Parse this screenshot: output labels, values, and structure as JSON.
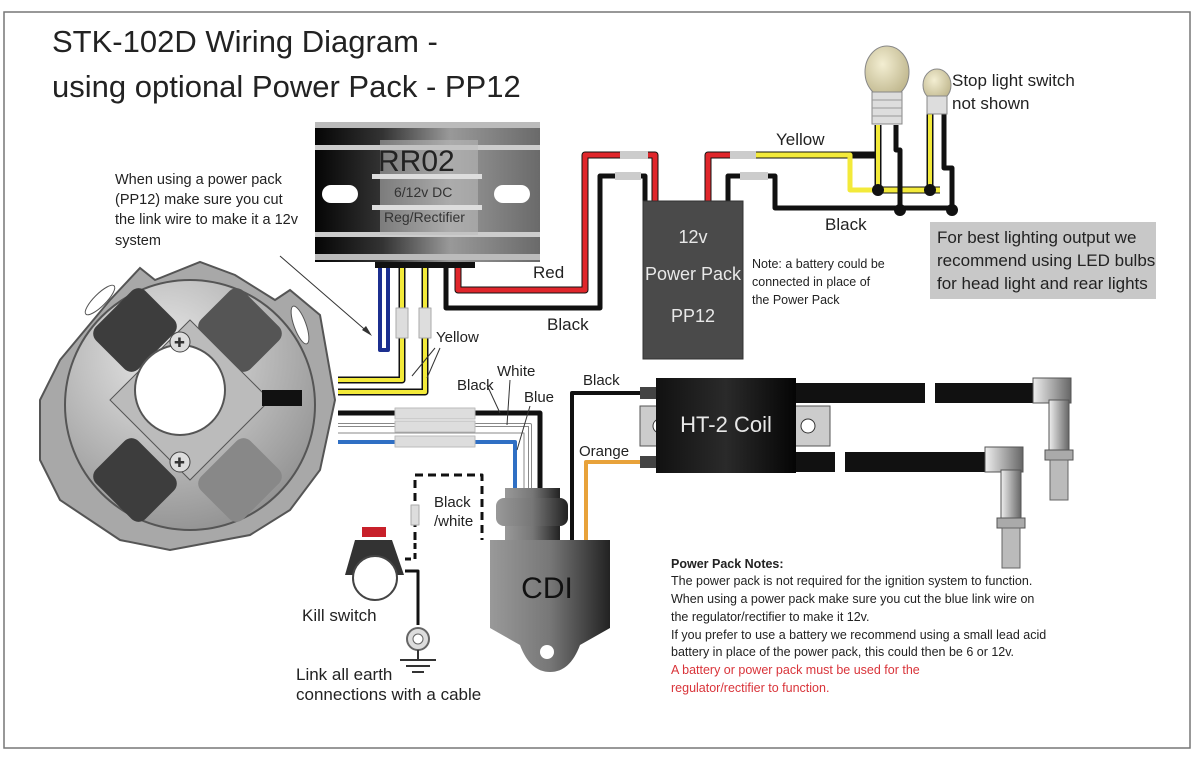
{
  "title": {
    "line1": "STK-102D Wiring Diagram -",
    "line2": "using optional Power Pack - PP12"
  },
  "link_wire_note": [
    "When using a power pack",
    "(PP12) make sure you cut",
    "the link wire to make it a 12v",
    "system"
  ],
  "regulator": {
    "name": "RR02",
    "spec": "6/12v DC",
    "type": "Reg/Rectifier"
  },
  "power_pack": {
    "line1": "12v",
    "line2": "Power Pack",
    "line3": "PP12",
    "note": [
      "Note: a battery could be",
      "connected in place of",
      "the Power Pack"
    ]
  },
  "bulbs_note": [
    "Stop light switch",
    "not shown"
  ],
  "led_note": [
    "For best lighting output we",
    "recommend using LED bulbs",
    "for head light and rear lights"
  ],
  "coil": {
    "name": "HT-2 Coil"
  },
  "cdi": {
    "name": "CDI"
  },
  "kill_switch": {
    "label": "Kill switch"
  },
  "earth_note": [
    "Link all earth",
    "connections with a cable"
  ],
  "wire_labels": {
    "red": "Red",
    "black_rr": "Black",
    "yellow_top": "Yellow",
    "black_lights": "Black",
    "yellow_stator": "Yellow",
    "black_stator": "Black",
    "white_stator": "White",
    "blue_stator": "Blue",
    "black_coil": "Black",
    "orange_coil": "Orange",
    "black_white": [
      "Black",
      "/white"
    ]
  },
  "power_pack_notes": {
    "heading": "Power Pack Notes:",
    "lines": [
      "The power pack is not required for the ignition system to function.",
      "When using a power pack make sure you cut the blue link wire on",
      "the regulator/rectifier to make it 12v.",
      "If you prefer to use a battery we recommend using a small lead acid",
      "battery in place of the power pack, this could then be 6 or 12v."
    ],
    "warning": [
      "A battery or power pack must be used for the",
      "regulator/rectifier to function."
    ]
  },
  "colors": {
    "red_wire": "#e0262b",
    "yellow_wire": "#f3ea3a",
    "blue_wire": "#2f6fc4",
    "link_wire": "#1c2f8f",
    "orange_wire": "#e8a23a",
    "black_wire": "#111111",
    "warning_text": "#d9343a"
  }
}
